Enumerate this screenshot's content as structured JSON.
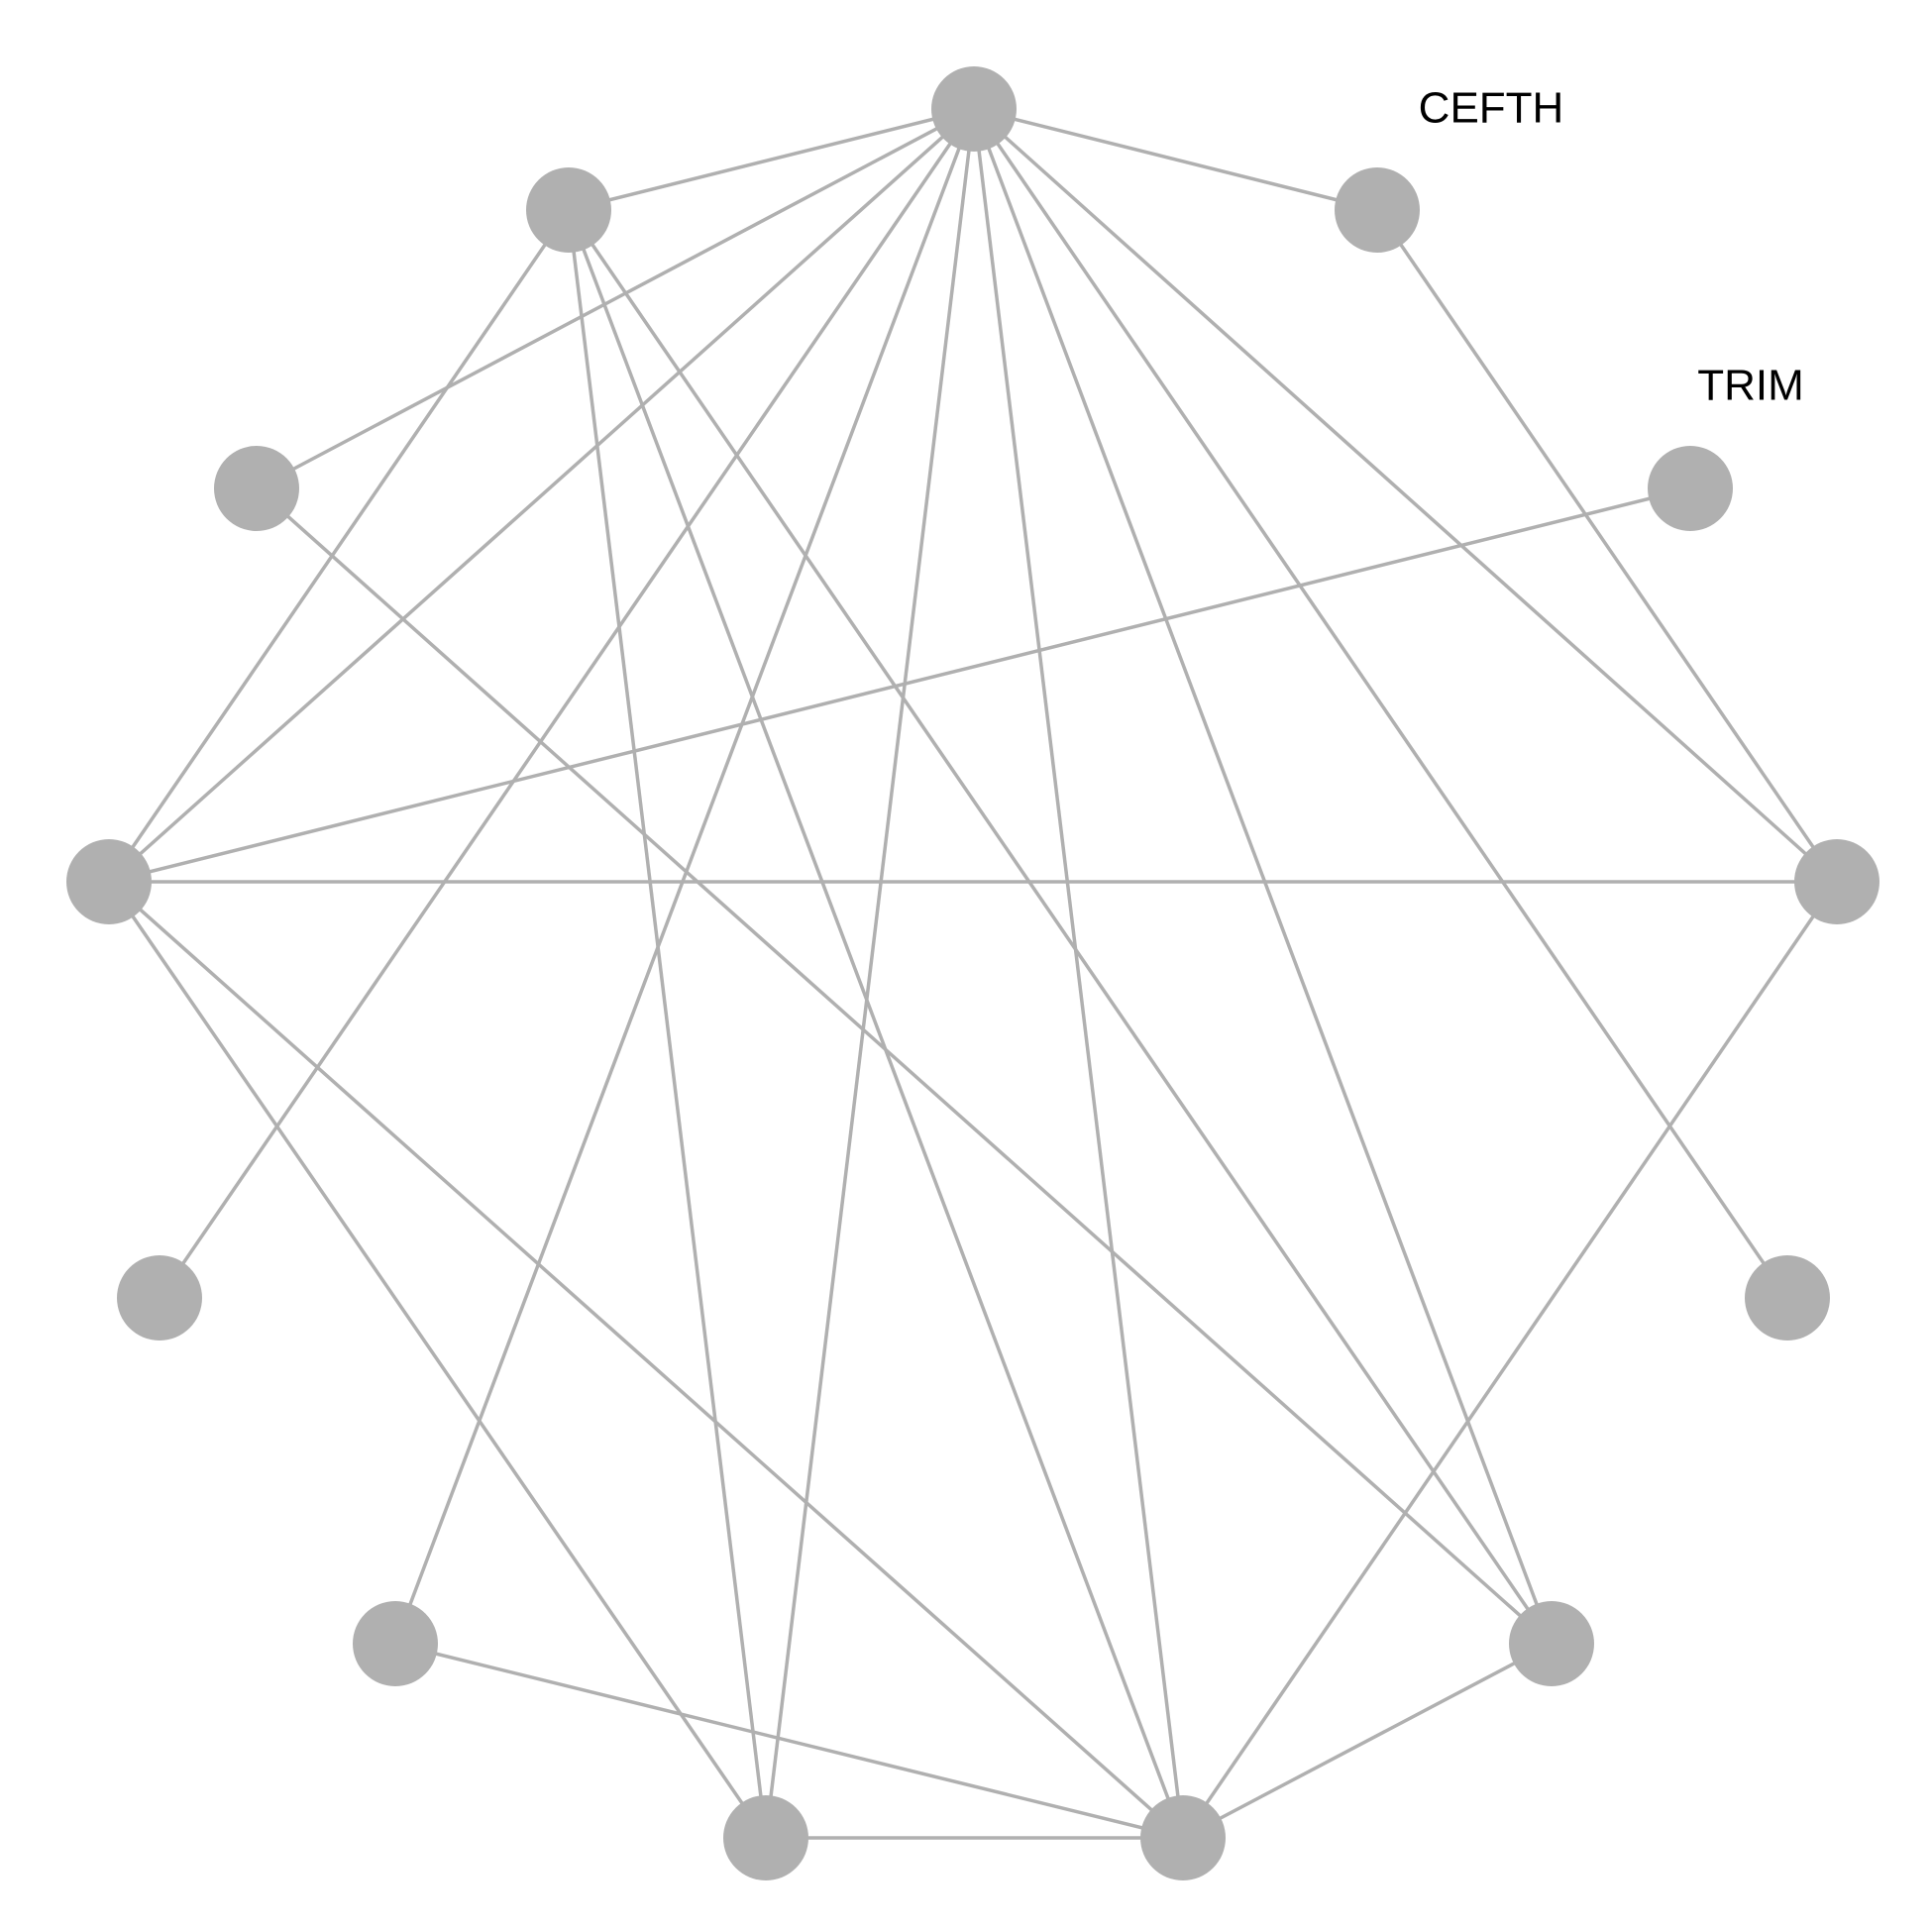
{
  "diagram": {
    "type": "network-graph",
    "colors": {
      "background": "#ffffff",
      "edge": "#b0b0b0",
      "node": "#b0b0b0",
      "label": "#000000"
    },
    "nodes": [
      {
        "id": "n0",
        "label": ""
      },
      {
        "id": "n1",
        "label": "CEFTH"
      },
      {
        "id": "n2",
        "label": "TRIM"
      },
      {
        "id": "n3",
        "label": ""
      },
      {
        "id": "n4",
        "label": ""
      },
      {
        "id": "n5",
        "label": ""
      },
      {
        "id": "n6",
        "label": ""
      },
      {
        "id": "n7",
        "label": ""
      },
      {
        "id": "n8",
        "label": ""
      },
      {
        "id": "n9",
        "label": ""
      },
      {
        "id": "n10",
        "label": ""
      },
      {
        "id": "n11",
        "label": ""
      },
      {
        "id": "n12",
        "label": ""
      }
    ],
    "edges": [
      [
        "n0",
        "n12"
      ],
      [
        "n0",
        "n1"
      ],
      [
        "n0",
        "n11"
      ],
      [
        "n0",
        "n10"
      ],
      [
        "n0",
        "n9"
      ],
      [
        "n0",
        "n8"
      ],
      [
        "n0",
        "n7"
      ],
      [
        "n0",
        "n6"
      ],
      [
        "n0",
        "n5"
      ],
      [
        "n0",
        "n4"
      ],
      [
        "n0",
        "n3"
      ],
      [
        "n12",
        "n10"
      ],
      [
        "n12",
        "n7"
      ],
      [
        "n12",
        "n6"
      ],
      [
        "n12",
        "n5"
      ],
      [
        "n1",
        "n3"
      ],
      [
        "n2",
        "n10"
      ],
      [
        "n3",
        "n10"
      ],
      [
        "n3",
        "n6"
      ],
      [
        "n11",
        "n5"
      ],
      [
        "n10",
        "n7"
      ],
      [
        "n10",
        "n6"
      ],
      [
        "n5",
        "n6"
      ],
      [
        "n8",
        "n6"
      ],
      [
        "n7",
        "n6"
      ]
    ]
  }
}
